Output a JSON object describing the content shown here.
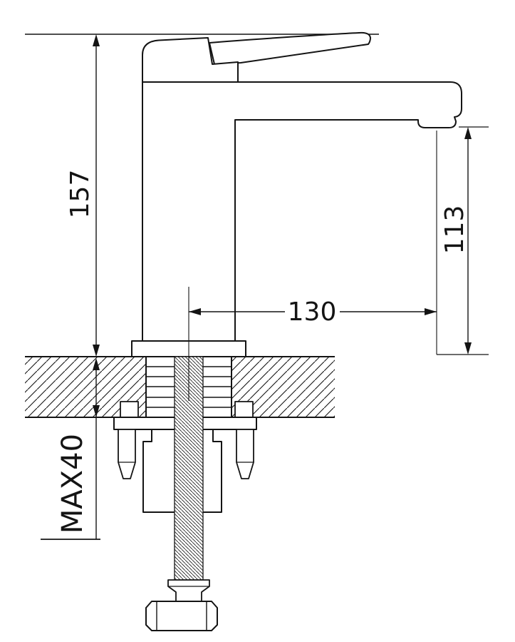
{
  "diagram": {
    "type": "technical-drawing",
    "labels": {
      "overall_height": "157",
      "spout_height": "113",
      "spout_reach": "130",
      "max_thickness": "MAX40"
    },
    "colors": {
      "line": "#141414",
      "background": "#ffffff"
    }
  }
}
